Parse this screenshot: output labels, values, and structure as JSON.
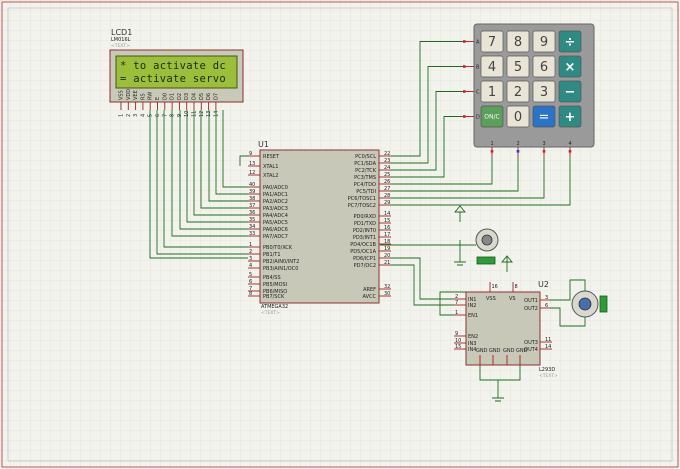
{
  "lcd": {
    "ref": "LCD1",
    "model": "LM016L",
    "text_tag": "<TEXT>",
    "line1": "* to activate dc",
    "line2": "= activate servo",
    "pins": [
      "VSS",
      "VDD",
      "VEE",
      "RS",
      "RW",
      "E",
      "D0",
      "D1",
      "D2",
      "D3",
      "D4",
      "D5",
      "D6",
      "D7"
    ],
    "pin_numbers": [
      "1",
      "2",
      "3",
      "4",
      "5",
      "6",
      "7",
      "8",
      "9",
      "10",
      "11",
      "12",
      "13",
      "14"
    ]
  },
  "mcu": {
    "ref": "U1",
    "part": "ATMEGA32",
    "text_tag": "<TEXT>",
    "left_pins": [
      "RESET",
      "XTAL1",
      "XTAL2",
      "PA0/ADC0",
      "PA1/ADC1",
      "PA2/ADC2",
      "PA3/ADC3",
      "PA4/ADC4",
      "PA5/ADC5",
      "PA6/ADC6",
      "PA7/ADC7",
      "PB0/T0/XCK",
      "PB1/T1",
      "PB2/AIN0/INT2",
      "PB3/AIN1/OC0",
      "PB4/SS",
      "PB5/MOSI",
      "PB6/MISO",
      "PB7/SCK"
    ],
    "left_nums": [
      "9",
      "13",
      "12",
      "40",
      "39",
      "38",
      "37",
      "36",
      "35",
      "34",
      "33",
      "1",
      "2",
      "3",
      "4",
      "5",
      "6",
      "7",
      "8"
    ],
    "right_pins": [
      "PC0/SCL",
      "PC1/SDA",
      "PC2/TCK",
      "PC3/TMS",
      "PC4/TDO",
      "PC5/TDI",
      "PC6/TOSC1",
      "PC7/TOSC2",
      "PD0/RXD",
      "PD1/TXD",
      "PD2/INT0",
      "PD3/INT1",
      "PD4/OC1B",
      "PD5/OC1A",
      "PD6/ICP1",
      "PD7/OC2",
      "AREF",
      "AVCC"
    ],
    "right_nums": [
      "22",
      "23",
      "24",
      "25",
      "26",
      "27",
      "28",
      "29",
      "14",
      "15",
      "16",
      "17",
      "18",
      "19",
      "20",
      "21",
      "32",
      "30"
    ]
  },
  "keypad": {
    "row_labels": [
      "A",
      "B",
      "C",
      "D"
    ],
    "col_labels": [
      "1",
      "2",
      "3",
      "4"
    ],
    "keys": [
      [
        "7",
        "8",
        "9",
        "÷"
      ],
      [
        "4",
        "5",
        "6",
        "×"
      ],
      [
        "1",
        "2",
        "3",
        "−"
      ],
      [
        "ON/C",
        "0",
        "=",
        "+"
      ]
    ]
  },
  "driver": {
    "ref": "U2",
    "part": "L293D",
    "text_tag": "<TEXT>",
    "left_pins": [
      "IN1",
      "IN2",
      "EN1",
      "EN2",
      "IN3",
      "IN4"
    ],
    "left_nums": [
      "2",
      "7",
      "1",
      "9",
      "10",
      "15"
    ],
    "right_pins": [
      "OUT1",
      "OUT2",
      "OUT3",
      "OUT4"
    ],
    "right_nums": [
      "3",
      "6",
      "11",
      "14"
    ],
    "top_pins": [
      "VSS",
      "VS"
    ],
    "top_nums": [
      "16",
      "8"
    ],
    "bottom_pins": [
      "GND",
      "GND",
      "GND",
      "GND"
    ]
  },
  "colors": {
    "background": "#f3f3ee",
    "grid": "#dcdccf",
    "wire": "#1f6b1f",
    "pin": "#a02020",
    "chip": "#c8c8b8",
    "lcd_screen": "#9bbf3a",
    "keypad_body": "#9a9a9a",
    "key_white": "#e9e5d6",
    "key_teal": "#2f8a84",
    "key_blue": "#2a74c8",
    "key_green": "#5aa05a"
  }
}
